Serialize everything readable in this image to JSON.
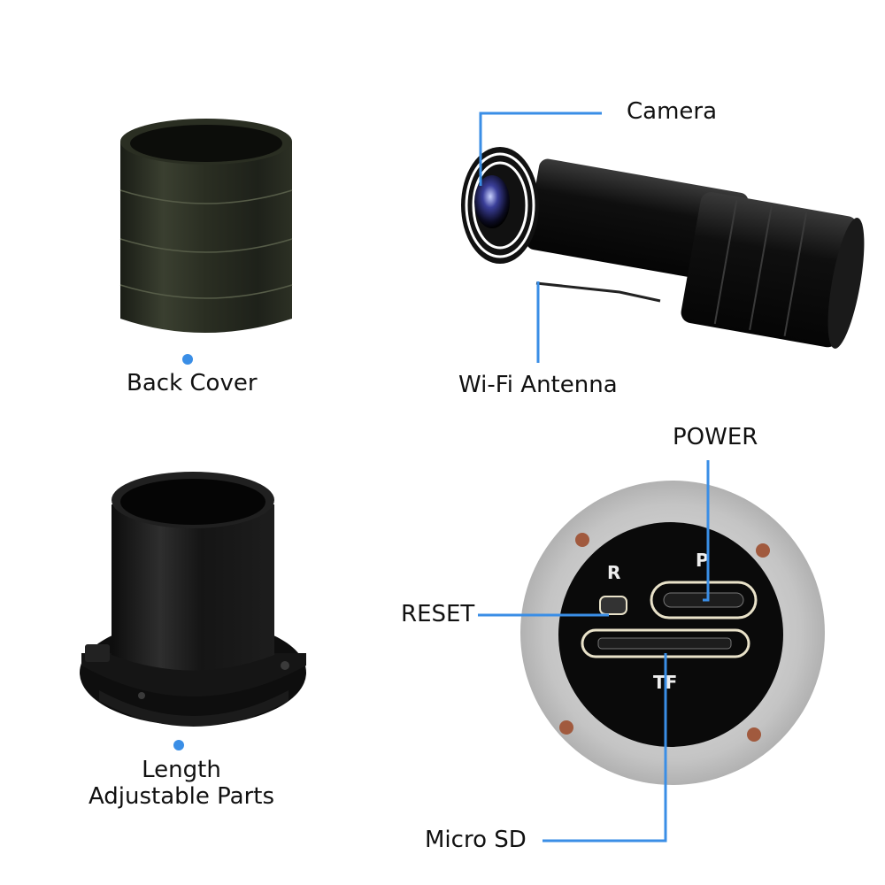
{
  "labels": {
    "camera": "Camera",
    "wifi_antenna": "Wi-Fi Antenna",
    "back_cover": "Back Cover",
    "length_line1": "Length",
    "length_line2": "Adjustable Parts",
    "power": "POWER",
    "reset": "RESET",
    "micro_sd": "Micro SD"
  },
  "board_marks": {
    "r": "R",
    "p": "P",
    "tf": "TF"
  },
  "colors": {
    "callout_line": "#3a8ee6",
    "callout_dot": "#3a8ee6",
    "label_text": "#111111"
  }
}
